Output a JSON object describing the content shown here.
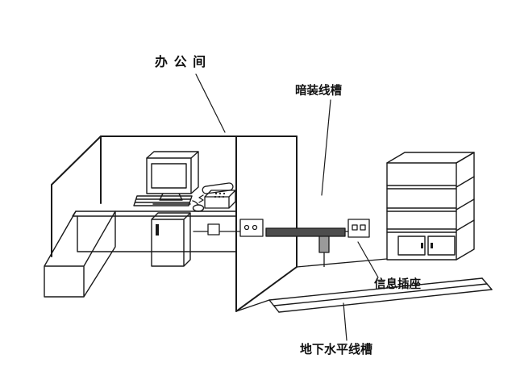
{
  "diagram": {
    "type": "isometric line drawing of office cabling layout",
    "labels": {
      "office": "办 公 间",
      "concealed_duct": "暗装线槽",
      "info_outlet": "信息插座",
      "underground_duct": "地下水平线槽"
    },
    "colors": {
      "line": "#1a1a1a",
      "duct_dark": "#4d4d4d",
      "duct_mid": "#9a9a9a",
      "background": "#ffffff"
    }
  }
}
